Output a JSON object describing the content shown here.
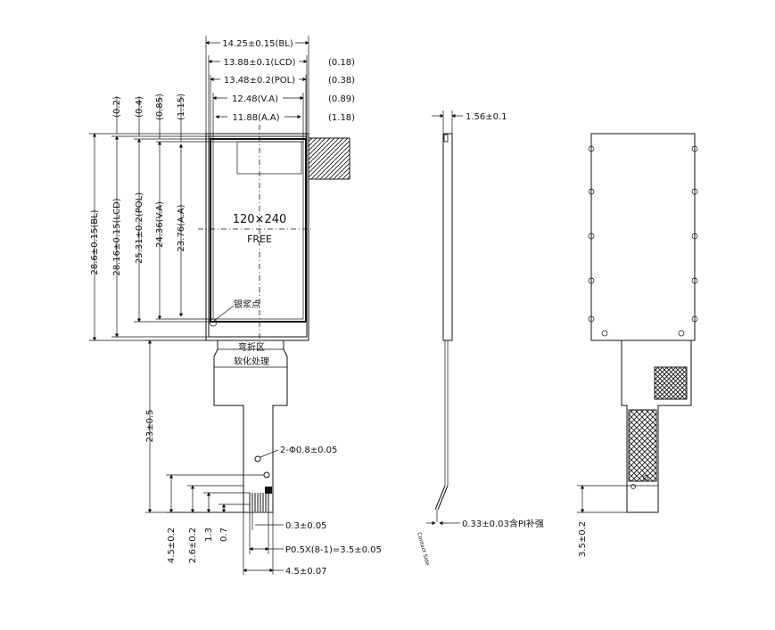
{
  "front_view": {
    "width_dims": [
      "14.25±0.15(BL)",
      "13.88±0.1(LCD)",
      "13.48±0.2(POL)",
      "12.48(V.A)",
      "11.88(A.A)"
    ],
    "width_offsets": [
      "(0.18)",
      "(0.38)",
      "(0.89)",
      "(1.18)"
    ],
    "height_dims": [
      "28.6±0.15(BL)",
      "28.16±0.15(LCD)",
      "25.31±0.2(POL)",
      "24.36(V.A)",
      "23.76(A.A)"
    ],
    "height_offsets": [
      "(0.2)",
      "(0.4)",
      "(0.85)",
      "(1.15)"
    ],
    "resolution": "120×240",
    "mode": "FREE",
    "corner_note": "银浆点",
    "bend_note": [
      "弯折区",
      "软化处理"
    ],
    "fpc_length": "23±0.5",
    "hole_note": "2-Φ0.8±0.05",
    "pin_dims": [
      "0.3±0.05",
      "P0.5X(8-1)=3.5±0.05",
      "4.5±0.07"
    ],
    "bottom_dims": [
      "4.5±0.2",
      "2.6±0.2",
      "1.3",
      "0.7"
    ]
  },
  "side_view": {
    "thickness": "1.56±0.1",
    "fpc_thickness": "0.33±0.03含PI补强",
    "contact_label": "Contact Side"
  },
  "back_view": {
    "stiffener_dim": "3.5±0.2"
  }
}
